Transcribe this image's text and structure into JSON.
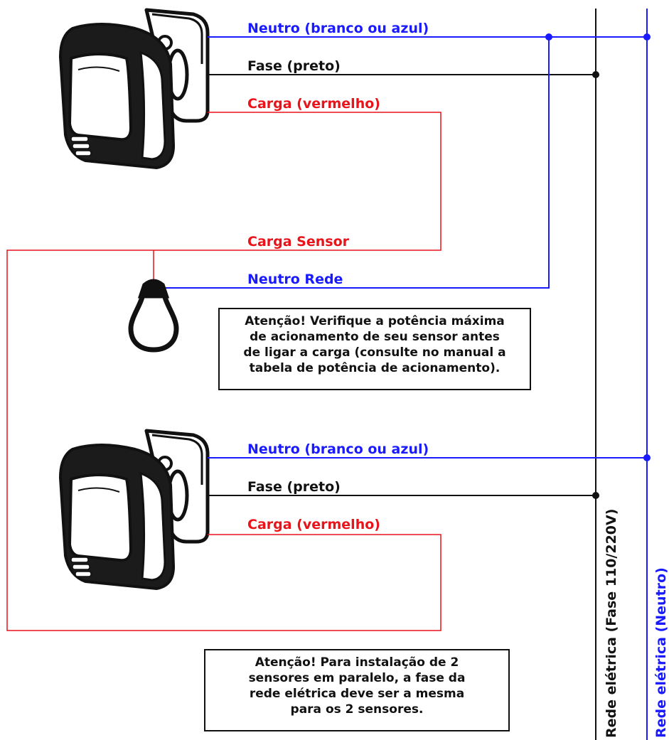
{
  "colors": {
    "neutral": "#1a1aff",
    "phase": "#111111",
    "load": "#e8141a"
  },
  "sensor_top": {
    "neutral_label": "Neutro (branco ou azul)",
    "phase_label": "Fase (preto)",
    "load_label": "Carga (vermelho)"
  },
  "sensor_bottom": {
    "neutral_label": "Neutro (branco ou azul)",
    "phase_label": "Fase (preto)",
    "load_label": "Carga (vermelho)"
  },
  "lamp": {
    "load_label": "Carga Sensor",
    "neutral_label": "Neutro Rede"
  },
  "notes": {
    "power": [
      "Atenção! Verifique a potência máxima",
      "de acionamento de seu sensor antes",
      "de ligar a carga (consulte no manual a",
      "tabela de potência de acionamento)."
    ],
    "parallel": [
      "Atenção! Para instalação de 2",
      "sensores em paralelo, a fase da",
      "rede elétrica deve ser a mesma",
      "para os 2 sensores."
    ]
  },
  "mains": {
    "phase_label": "Rede elétrica (Fase 110/220V)",
    "neutral_label": "Rede elétrica (Neutro)"
  }
}
